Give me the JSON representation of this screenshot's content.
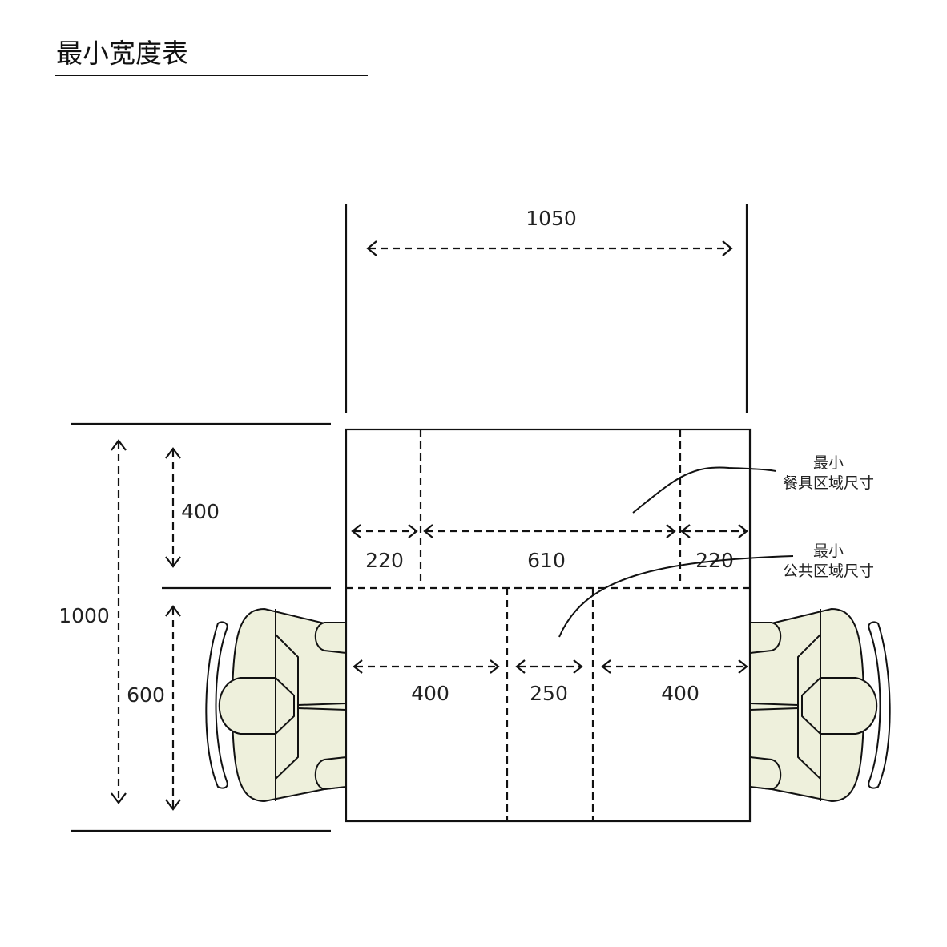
{
  "title": "最小宽度表",
  "dimensions": {
    "overall_width": "1050",
    "dining_left": "220",
    "dining_center": "610",
    "dining_right": "220",
    "shared_left": "400",
    "shared_center": "250",
    "shared_right": "400",
    "total_depth": "1000",
    "dining_depth": "400",
    "shared_depth": "600"
  },
  "notes": {
    "dining_zone_line1": "最小",
    "dining_zone_line2": "餐具区域尺寸",
    "shared_zone_line1": "最小",
    "shared_zone_line2": "公共区域尺寸"
  },
  "colors": {
    "chair_fill": "#eef0dc",
    "line": "#111111"
  }
}
